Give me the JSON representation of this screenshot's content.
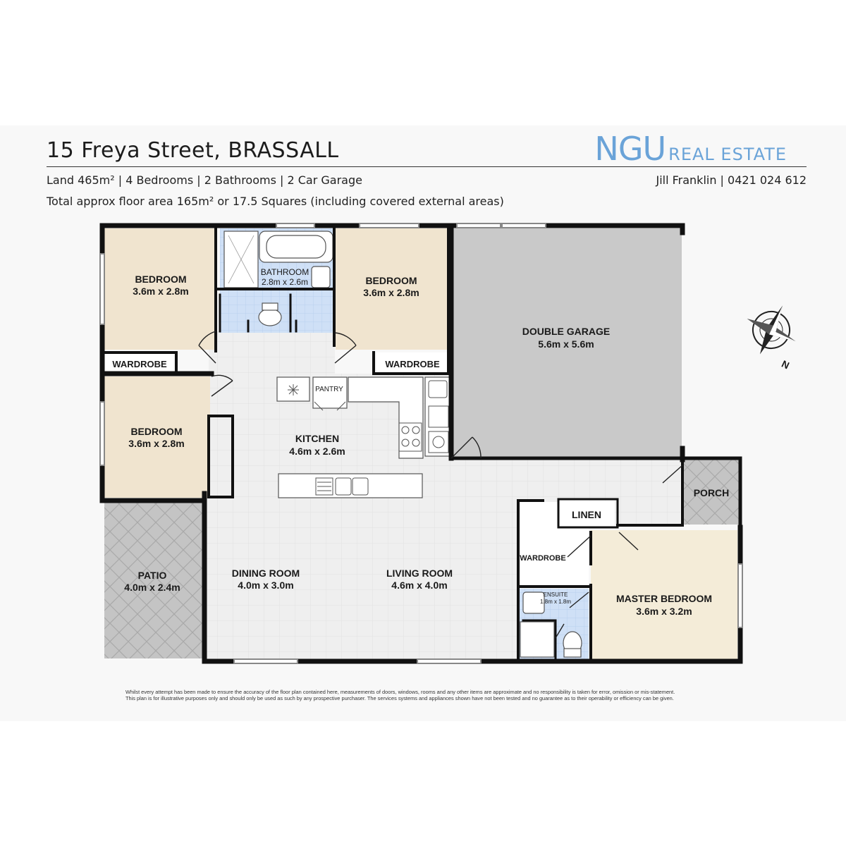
{
  "header": {
    "title": "15 Freya Street, BRASSALL",
    "brand_main": "NGU",
    "brand_sub": "REAL ESTATE",
    "summary": "Land 465m² | 4 Bedrooms | 2 Bathrooms | 2 Car Garage",
    "area": "Total approx floor area 165m² or 17.5 Squares (including covered external areas)",
    "agent": "Jill Franklin | 0421 024 612"
  },
  "rooms": {
    "bedroom1": {
      "name": "BEDROOM",
      "size": "3.6m x 2.8m"
    },
    "bathroom": {
      "name": "BATHROOM",
      "size": "2.8m x 2.6m"
    },
    "bedroom2": {
      "name": "BEDROOM",
      "size": "3.6m x 2.8m"
    },
    "garage": {
      "name": "DOUBLE GARAGE",
      "size": "5.6m x 5.6m"
    },
    "wardrobe1": {
      "name": "WARDROBE"
    },
    "wardrobe2": {
      "name": "WARDROBE"
    },
    "pantry": {
      "name": "PANTRY"
    },
    "bedroom3": {
      "name": "BEDROOM",
      "size": "3.6m x 2.8m"
    },
    "kitchen": {
      "name": "KITCHEN",
      "size": "4.6m x 2.6m"
    },
    "porch": {
      "name": "PORCH"
    },
    "linen": {
      "name": "LINEN"
    },
    "wardrobe3": {
      "name": "WARDROBE"
    },
    "patio": {
      "name": "PATIO",
      "size": "4.0m x 2.4m"
    },
    "dining": {
      "name": "DINING ROOM",
      "size": "4.0m x 3.0m"
    },
    "living": {
      "name": "LIVING ROOM",
      "size": "4.6m x 4.0m"
    },
    "ensuite": {
      "name": "ENSUITE",
      "size": "1.8m x 1.8m"
    },
    "master": {
      "name": "MASTER BEDROOM",
      "size": "3.6m x 3.2m"
    }
  },
  "compass": {
    "label": "N"
  },
  "colors": {
    "bedroom": "#f0e4cf",
    "master": "#f4ecd8",
    "floor": "#efefef",
    "garage": "#c9c9c9",
    "wet": "#cfe0f6",
    "wall": "#111111",
    "brand": "#6aa3d8"
  },
  "disclaimer": {
    "line1": "Whilst every attempt has been made to ensure the accuracy of the floor plan contained here, measurements of doors, windows, rooms and any other items are approximate and no responsibility is taken for error, omission or mis-statement.",
    "line2": "This plan is for illustrative purposes only and should only be used as such by any prospective purchaser. The services systems and appliances shown have not been tested and no guarantee as to their operability or efficiency can be given."
  }
}
